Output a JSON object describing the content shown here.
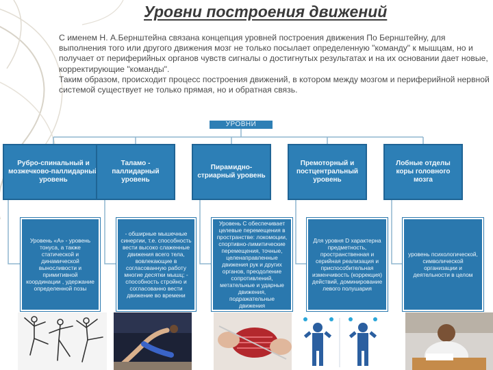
{
  "title": "Уровни построения движений",
  "intro": {
    "paragraph1": "С именем Н. А.Бернштейна связана концепция уровней построения движения По Бернштейну, для выполнения того или другого движения мозг не только посылает определенную \"команду\" к мышцам, но и получает от периферийных органов чувств сигналы о достигнутых результатах и на их основании дает новые, корректирующие \"команды\".",
    "paragraph2": "Таким образом, происходит процесс построения движений, в котором между мозгом и периферийной нервной системой существует не только прямая, но и обратная связь."
  },
  "diagram": {
    "root_label": "УРОВНИ",
    "levels": [
      {
        "name": "Рубро-спинальный и мозжечково-паллидарный уровень"
      },
      {
        "name": "Таламо - паллидарный уровень"
      },
      {
        "name": "Пирамидно-стриарный уровень"
      },
      {
        "name": "Премоторный и постцентральный уровень"
      },
      {
        "name": "Лобные отделы коры головного мозга"
      }
    ],
    "descriptions": [
      "Уровень «А» - уровень тонуса, а также статической и динамической выносливости и примитивной координации , удержание определенной позы",
      "- обширные мышечные синергии, т.е. способность вести высоко слаженные движения всего тела, вовлекающие в согласованную работу многие десятки мышц; - способность стройно и согласованно вести движение во времени",
      "Уровень С обеспечивает целевые перемещения в пространстве: локомоции, спортивно-лимитические перемещения, точные, целенаправленные движения рук и других органов, преодоление сопротивлений, метательные и ударные движения, подражательные движения",
      "Для уровня D характерна предметность, пространственная и серийная реализация и приспособительная изменчивость (коррекция) действий, доминирование левого полушария",
      "уровень психологической, символической организации и деятельности в целом"
    ]
  },
  "colors": {
    "box_fill": "#2d7fb6",
    "box_border": "#1f6495",
    "connector": "#8fb6cf",
    "title_text": "#3a3a3a",
    "body_text": "#4a4a4a"
  }
}
